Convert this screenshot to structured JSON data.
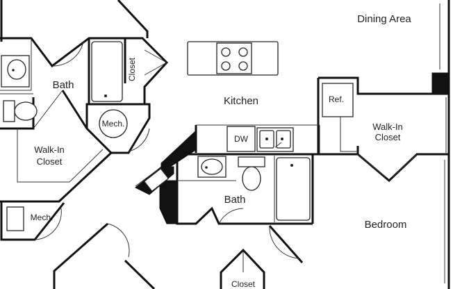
{
  "rooms": {
    "dining_area": "Dining Area",
    "kitchen": "Kitchen",
    "bath_upper": "Bath",
    "bath_center": "Bath",
    "closet_upper": "Closet",
    "closet_bottom": "Closet",
    "mech_upper": "Mech.",
    "mech_lower": "Mech.",
    "walkin_left_line1": "Walk-In",
    "walkin_left_line2": "Closet",
    "walkin_right_line1": "Walk-In",
    "walkin_right_line2": "Closet",
    "bedroom": "Bedroom"
  },
  "fixtures": {
    "refrigerator": "Ref.",
    "dishwasher": "DW"
  },
  "colors": {
    "wall": "#111111",
    "background": "#ffffff"
  }
}
